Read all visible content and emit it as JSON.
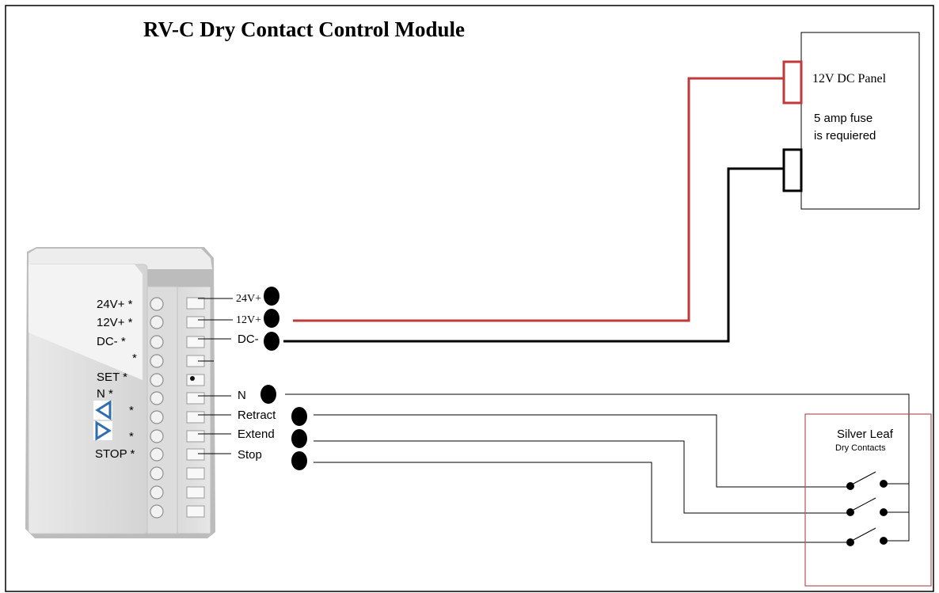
{
  "title": "RV-C Dry Contact Control Module",
  "module": {
    "side_labels": [
      "24V+ *",
      "12V+ *",
      "DC-   *",
      "*",
      "SET  *",
      "N      *",
      "*",
      "*",
      "STOP *"
    ]
  },
  "terminals": {
    "labels": [
      "24V+",
      "12V+",
      "DC-",
      "N",
      "Retract",
      "Extend",
      "Stop"
    ]
  },
  "panel": {
    "name": "12V DC Panel",
    "fuse_line1": "5 amp fuse",
    "fuse_line2": "is requiered"
  },
  "contacts": {
    "title": "Silver Leaf",
    "subtitle": "Dry Contacts"
  },
  "colors": {
    "positive_wire": "#c0393b",
    "negative_wire": "#000000",
    "contact_box": "#b5545a",
    "triangle": "#2f6fb0"
  }
}
